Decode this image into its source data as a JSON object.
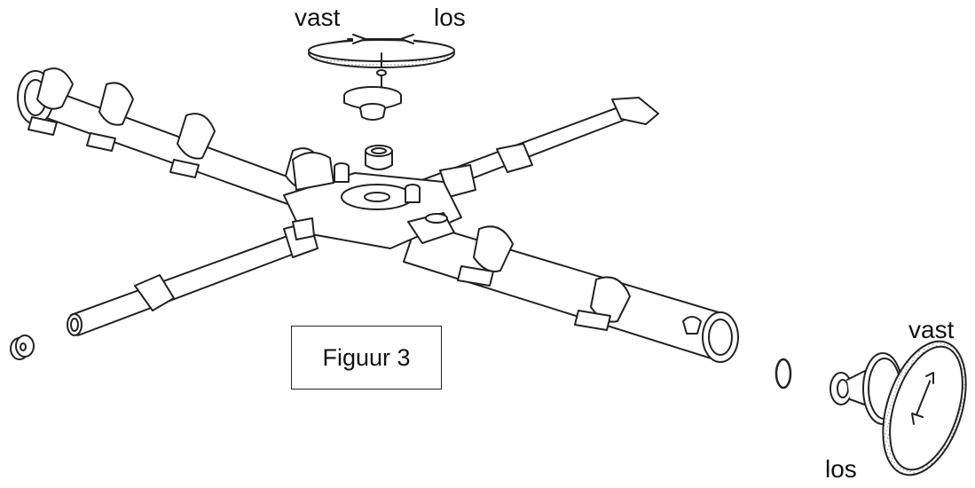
{
  "caption": "Figuur 3",
  "top_rotation": {
    "left_label": "vast",
    "right_label": "los"
  },
  "right_rotation": {
    "top_label": "vast",
    "bottom_label": "los"
  },
  "colors": {
    "line": "#222222",
    "ring_band": "#bdbdbd",
    "background": "#ffffff"
  }
}
